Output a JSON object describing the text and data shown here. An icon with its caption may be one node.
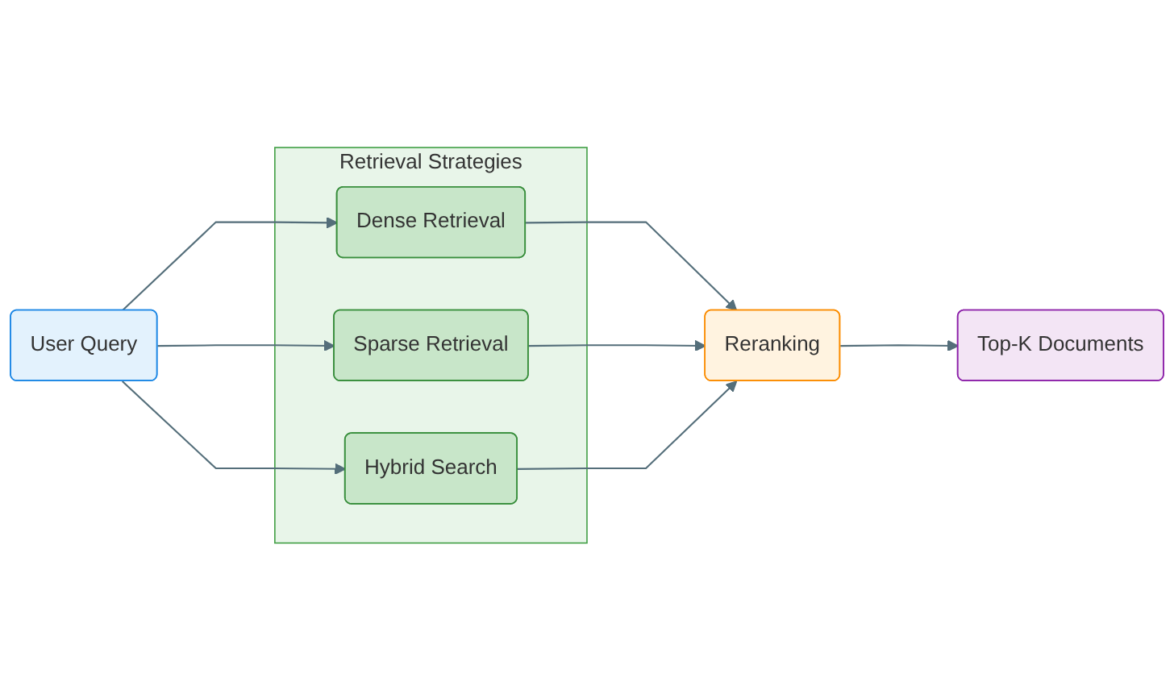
{
  "diagram": {
    "nodes": [
      {
        "text": [
          "User Query"
        ]
      },
      {
        "text": [
          "Retrieval Strategies"
        ]
      },
      {
        "text": [
          "Dense Retrieval"
        ],
        "in": 1
      },
      {
        "text": [
          "Sparse Retrieval"
        ],
        "in": 1
      },
      {
        "text": [
          "Hybrid Search"
        ],
        "in": 1
      },
      {
        "text": [
          "Reranking"
        ]
      },
      {
        "text": [
          "Top-K Documents"
        ]
      }
    ],
    "edges": [
      {
        "from": 0,
        "to": 2,
        "arrow": "to"
      },
      {
        "from": 0,
        "to": 3,
        "arrow": "to"
      },
      {
        "from": 0,
        "to": 4,
        "arrow": "to"
      },
      {
        "from": 2,
        "to": 5,
        "arrow": "to"
      },
      {
        "from": 3,
        "to": 5,
        "arrow": "to"
      },
      {
        "from": 4,
        "to": 5,
        "arrow": "to"
      },
      {
        "from": 5,
        "to": 6,
        "arrow": "to"
      }
    ]
  }
}
